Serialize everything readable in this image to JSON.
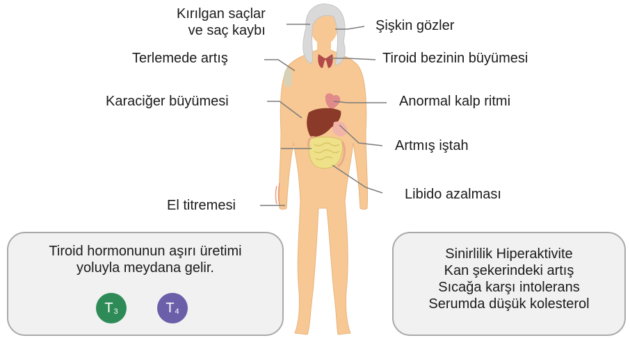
{
  "labels": {
    "brittle_hair": "Kırılgan saçlar\nve saç kaybı",
    "bulging_eyes": "Şişkin gözler",
    "sweating": "Terlemede artış",
    "thyroid_enlargement": "Tiroid bezinin büyümesi",
    "liver_enlargement": "Karaciğer büyümesi",
    "abnormal_heart_rhythm": "Anormal kalp ritmi",
    "increased_appetite": "Artmış iştah",
    "decreased_libido": "Libido azalması",
    "hand_tremor": "El titremesi"
  },
  "left_box": {
    "text": "Tiroid hormonunun aşırı üretimi\nyoluyla meydana gelir.",
    "badges": [
      {
        "base": "T",
        "sub": "3",
        "color": "#2e8b57"
      },
      {
        "base": "T",
        "sub": "4",
        "color": "#6a5fa8"
      }
    ]
  },
  "right_box": {
    "lines": [
      "Sinirlilik Hiperaktivite",
      "Kan şekerindeki artış",
      "Sıcağa karşı intolerans",
      "Serumda düşük kolesterol"
    ]
  },
  "colors": {
    "skin": "#f7c894",
    "hair": "#d9d9d9",
    "thyroid": "#b34a4a",
    "liver": "#8b3a2a",
    "intestine": "#efe08a",
    "heart": "#e08a8a",
    "box_border": "#a9a9a9",
    "leader_line": "#7a7a7a"
  }
}
